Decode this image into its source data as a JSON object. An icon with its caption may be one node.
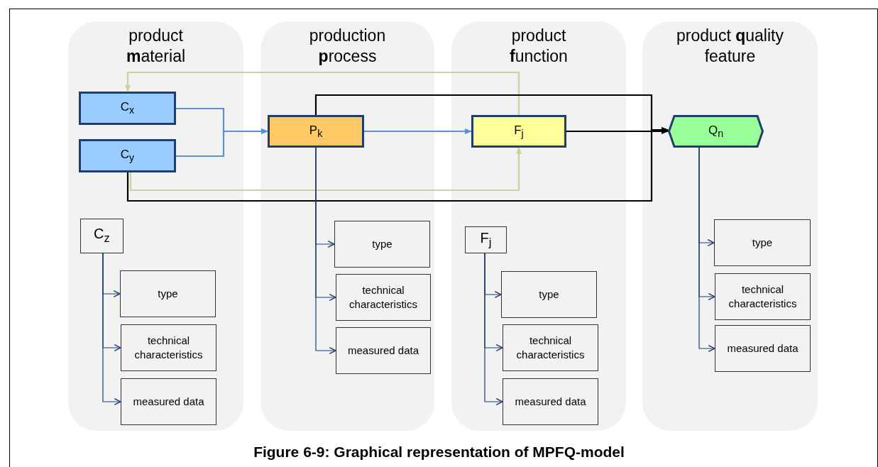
{
  "diagram": {
    "caption": "Figure 6-9: Graphical representation of MPFQ-model",
    "nodes": [
      {
        "text": [
          "product **m**aterial"
        ]
      },
      {
        "text": [
          "C$_{x}$"
        ],
        "in": 0
      },
      {
        "text": [
          "C$_{y}$"
        ],
        "in": 0
      },
      {
        "text": [
          "C$_{z}$"
        ],
        "in": 0
      },
      {
        "text": [
          "type"
        ],
        "in": 0
      },
      {
        "text": [
          "technical characteristics"
        ],
        "in": 0
      },
      {
        "text": [
          "measured data"
        ],
        "in": 0
      },
      {
        "text": [
          "production **p**rocess"
        ]
      },
      {
        "text": [
          "P$_{k}$"
        ],
        "in": 7
      },
      {
        "text": [
          "type"
        ],
        "in": 7
      },
      {
        "text": [
          "technical characteristics"
        ],
        "in": 7
      },
      {
        "text": [
          "measured data"
        ],
        "in": 7
      },
      {
        "text": [
          "product **f**unction"
        ]
      },
      {
        "text": [
          "F$_{j}$"
        ],
        "in": 12
      },
      {
        "text": [
          "F$_{j}$"
        ],
        "in": 12
      },
      {
        "text": [
          "type"
        ],
        "in": 12
      },
      {
        "text": [
          "technical characteristics"
        ],
        "in": 12
      },
      {
        "text": [
          "measured data"
        ],
        "in": 12
      },
      {
        "text": [
          "product **q**uality feature"
        ]
      },
      {
        "text": [
          "Q$_{n}$"
        ],
        "in": 18
      },
      {
        "text": [
          "type"
        ],
        "in": 18
      },
      {
        "text": [
          "technical characteristics"
        ],
        "in": 18
      },
      {
        "text": [
          "measured data"
        ],
        "in": 18
      }
    ],
    "edges": [
      {
        "from": 1,
        "to": 8,
        "arrow": "to",
        "color": "#5b8fd6"
      },
      {
        "from": 2,
        "to": 8,
        "arrow": "to",
        "color": "#5b8fd6"
      },
      {
        "from": 8,
        "to": 13,
        "arrow": "to",
        "color": "#5b8fd6"
      },
      {
        "from": 13,
        "to": 19,
        "arrow": "to",
        "color": "#000000"
      },
      {
        "from": 13,
        "to": 1,
        "arrow": "to",
        "color": "#c3d69b"
      },
      {
        "from": 2,
        "to": 13,
        "arrow": "to",
        "color": "#c3d69b"
      },
      {
        "from": 2,
        "to": 19,
        "arrow": "to",
        "color": "#000000"
      },
      {
        "from": 8,
        "to": 19,
        "arrow": "to",
        "color": "#000000"
      },
      {
        "from": 3,
        "to": 4,
        "arrow": "to"
      },
      {
        "from": 3,
        "to": 5,
        "arrow": "to"
      },
      {
        "from": 3,
        "to": 6,
        "arrow": "to"
      },
      {
        "from": 8,
        "to": 9,
        "arrow": "to"
      },
      {
        "from": 8,
        "to": 10,
        "arrow": "to"
      },
      {
        "from": 8,
        "to": 11,
        "arrow": "to"
      },
      {
        "from": 14,
        "to": 15,
        "arrow": "to"
      },
      {
        "from": 14,
        "to": 16,
        "arrow": "to"
      },
      {
        "from": 14,
        "to": 17,
        "arrow": "to"
      },
      {
        "from": 19,
        "to": 20,
        "arrow": "to"
      },
      {
        "from": 19,
        "to": 21,
        "arrow": "to"
      },
      {
        "from": 19,
        "to": 22,
        "arrow": "to"
      }
    ]
  }
}
